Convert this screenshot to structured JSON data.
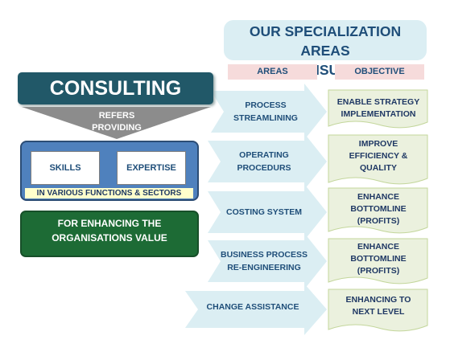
{
  "header": {
    "title_line1": "OUR SPECIALIZATION AREAS",
    "title_line2": "(IN CONSULTING)",
    "col_areas": "AREAS",
    "col_objective": "OBJECTIVE"
  },
  "left": {
    "banner": "CONSULTING",
    "refers_line1": "REFERS",
    "refers_line2": "PROVIDING",
    "skill_1": "SKILLS",
    "skill_2": "EXPERTISE",
    "functions": "IN VARIOUS FUNCTIONS  & SECTORS",
    "value_line1": "FOR ENHANCING THE",
    "value_line2": "ORGANISATIONS VALUE"
  },
  "rows": [
    {
      "area_line1": "PROCESS",
      "area_line2": "STREAMLINING",
      "obj_line1": "ENABLE STRATEGY",
      "obj_line2": "IMPLEMENTATION",
      "obj_line3": ""
    },
    {
      "area_line1": "OPERATING",
      "area_line2": "PROCEDURS",
      "obj_line1": "IMPROVE",
      "obj_line2": "EFFICIENCY &",
      "obj_line3": "QUALITY"
    },
    {
      "area_line1": "COSTING SYSTEM",
      "area_line2": "",
      "obj_line1": "ENHANCE",
      "obj_line2": "BOTTOMLINE",
      "obj_line3": "(PROFITS)"
    },
    {
      "area_line1": "BUSINESS PROCESS",
      "area_line2": "RE-ENGINEERING",
      "obj_line1": "ENHANCE",
      "obj_line2": "BOTTOMLINE",
      "obj_line3": "(PROFITS)"
    },
    {
      "area_line1": "CHANGE  ASSISTANCE",
      "area_line2": "",
      "obj_line1": "ENHANCING TO",
      "obj_line2": "NEXT LEVEL",
      "obj_line3": ""
    }
  ],
  "colors": {
    "banner": "#215868",
    "arrow": "#dbeef3",
    "objective_bg": "#ebf1de",
    "panel_blue": "#4f81bd",
    "panel_green": "#1d6b35",
    "text_blue": "#1f4e79"
  }
}
